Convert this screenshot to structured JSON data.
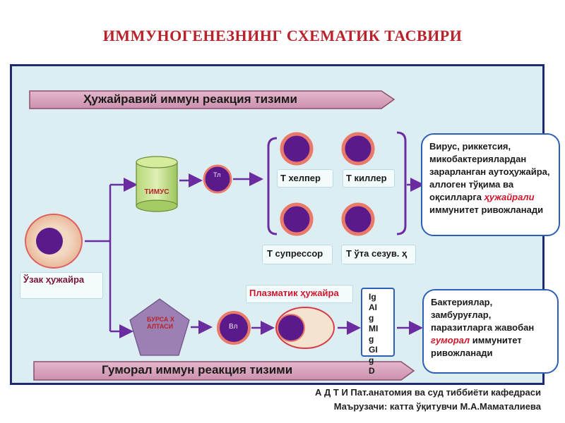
{
  "title": "ИММУНОГЕНЕЗНИНГ СХЕМАТИК ТАСВИРИ",
  "banners": {
    "cellular": "Ҳужайравий иммун реакция тизими",
    "humoral": "Гуморал иммун реакция тизими"
  },
  "labels": {
    "stem_cell": "Ўзак ҳужайра",
    "thymus": "ТИМУС",
    "bursa": "БУРСА ХАЛТАСИ",
    "t_lymph": "Тл",
    "b_lymph": "Вл",
    "plasma_cell": "Плазматик ҳужайра",
    "t_helper": "Т хелпер",
    "t_killer": "Т киллер",
    "t_suppressor": "Т супрессор",
    "t_memory": "Т ўта сезув. ҳ",
    "immunoglobulins": "IgAIgMIgGIgD"
  },
  "info": {
    "cellular_text": "Вирус, риккетсия, микобактериялардан зарарланган аутоҳужайра, аллоген тўқима ва оқсилларга",
    "cellular_highlight": "ҳужайрали",
    "cellular_end": "иммунитет ривожланади",
    "humoral_text": "Бактериялар, замбуруғлар, паразитларга жавобан",
    "humoral_highlight": "гуморал",
    "humoral_end": "иммунитет ривожланади"
  },
  "footer": {
    "line1": "А Д Т И Пат.анатомия ва суд тиббиёти кафедраси",
    "line2": "Маърузачи: катта ўқитувчи М.А.Маматалиева"
  },
  "colors": {
    "title_red": "#b8222a",
    "panel_bg": "#ddeef3",
    "panel_border": "#1f2a70",
    "banner_fill": "#d8a6bf",
    "cell_nucleus": "#5b1a8c",
    "arrow_purple": "#6a2ca0",
    "info_border": "#2d5fb8",
    "highlight_red": "#d0162a"
  }
}
